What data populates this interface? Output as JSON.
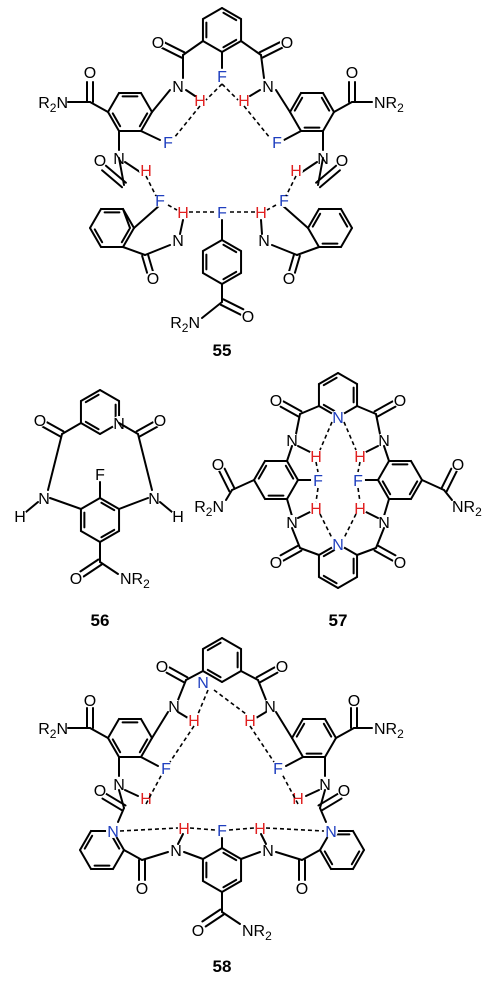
{
  "colors": {
    "bond": "#000000",
    "nitrogen": "#1f3fbf",
    "fluorine": "#1f3fbf",
    "hydrogen": "#e02020"
  },
  "atoms": {
    "O": "O",
    "N": "N",
    "H": "H",
    "F": "F",
    "NR": "NR",
    "R": "R",
    "sub2": "2",
    "NH": "NH"
  },
  "compounds": {
    "c55": "55",
    "c56": "56",
    "c57": "57",
    "c58": "58"
  }
}
